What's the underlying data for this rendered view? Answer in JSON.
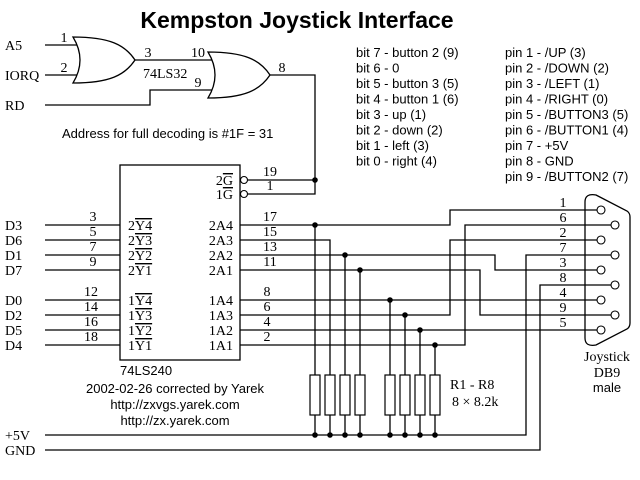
{
  "title": "Kempston Joystick Interface",
  "or_gates": {
    "part": "74LS32",
    "signals": {
      "a5": "A5",
      "iorq": "IORQ",
      "rd": "RD"
    },
    "pins": {
      "gate1_in_a": "1",
      "gate1_in_b": "2",
      "gate1_out": "3",
      "gate2_in_a": "10",
      "gate2_in_b": "9",
      "gate2_out": "8"
    }
  },
  "address_note": "Address for full decoding is #1F = 31",
  "bit_map": [
    "bit 7 - button 2 (9)",
    "bit 6 - 0",
    "bit 5 - button 3 (5)",
    "bit 4 - button 1 (6)",
    "bit 3 - up (1)",
    "bit 2 - down (2)",
    "bit 1 - left (3)",
    "bit 0 - right (4)"
  ],
  "db9_pinout": [
    "pin 1 - /UP (3)",
    "pin 2 - /DOWN (2)",
    "pin 3 - /LEFT (1)",
    "pin 4 - /RIGHT (0)",
    "pin 5 - /BUTTON3 (5)",
    "pin 6 - /BUTTON1 (4)",
    "pin 7 - +5V",
    "pin 8 - GND",
    "pin 9 - /BUTTON2 (7)"
  ],
  "buffer": {
    "part": "74LS240",
    "enables": [
      {
        "prefix": "2",
        "bar": "G",
        "pin": "19"
      },
      {
        "prefix": "1",
        "bar": "G",
        "pin": "1"
      }
    ],
    "inputs": [
      {
        "signal": "D3",
        "pin": "3",
        "prefix": "2",
        "bar": "Y4"
      },
      {
        "signal": "D6",
        "pin": "5",
        "prefix": "2",
        "bar": "Y3"
      },
      {
        "signal": "D1",
        "pin": "7",
        "prefix": "2",
        "bar": "Y2"
      },
      {
        "signal": "D7",
        "pin": "9",
        "prefix": "2",
        "bar": "Y1"
      },
      {
        "signal": "D0",
        "pin": "12",
        "prefix": "1",
        "bar": "Y4"
      },
      {
        "signal": "D2",
        "pin": "14",
        "prefix": "1",
        "bar": "Y3"
      },
      {
        "signal": "D5",
        "pin": "16",
        "prefix": "1",
        "bar": "Y2"
      },
      {
        "signal": "D4",
        "pin": "18",
        "prefix": "1",
        "bar": "Y1"
      }
    ],
    "outputs": [
      {
        "label": "2A4",
        "pin": "17"
      },
      {
        "label": "2A3",
        "pin": "15"
      },
      {
        "label": "2A2",
        "pin": "13"
      },
      {
        "label": "2A1",
        "pin": "11"
      },
      {
        "label": "1A4",
        "pin": "8"
      },
      {
        "label": "1A3",
        "pin": "6"
      },
      {
        "label": "1A2",
        "pin": "4"
      },
      {
        "label": "1A1",
        "pin": "2"
      }
    ]
  },
  "connector": {
    "pin_labels": [
      "1",
      "6",
      "2",
      "7",
      "3",
      "8",
      "4",
      "9",
      "5"
    ],
    "name_lines": [
      "Joystick",
      "DB9",
      "male"
    ]
  },
  "resistors": {
    "name": "R1 - R8",
    "value": "8 × 8.2k"
  },
  "power": {
    "vcc": "+5V",
    "gnd": "GND"
  },
  "credits": [
    "2002-02-26 corrected by Yarek",
    "http://zxvgs.yarek.com",
    "http://zx.yarek.com"
  ]
}
